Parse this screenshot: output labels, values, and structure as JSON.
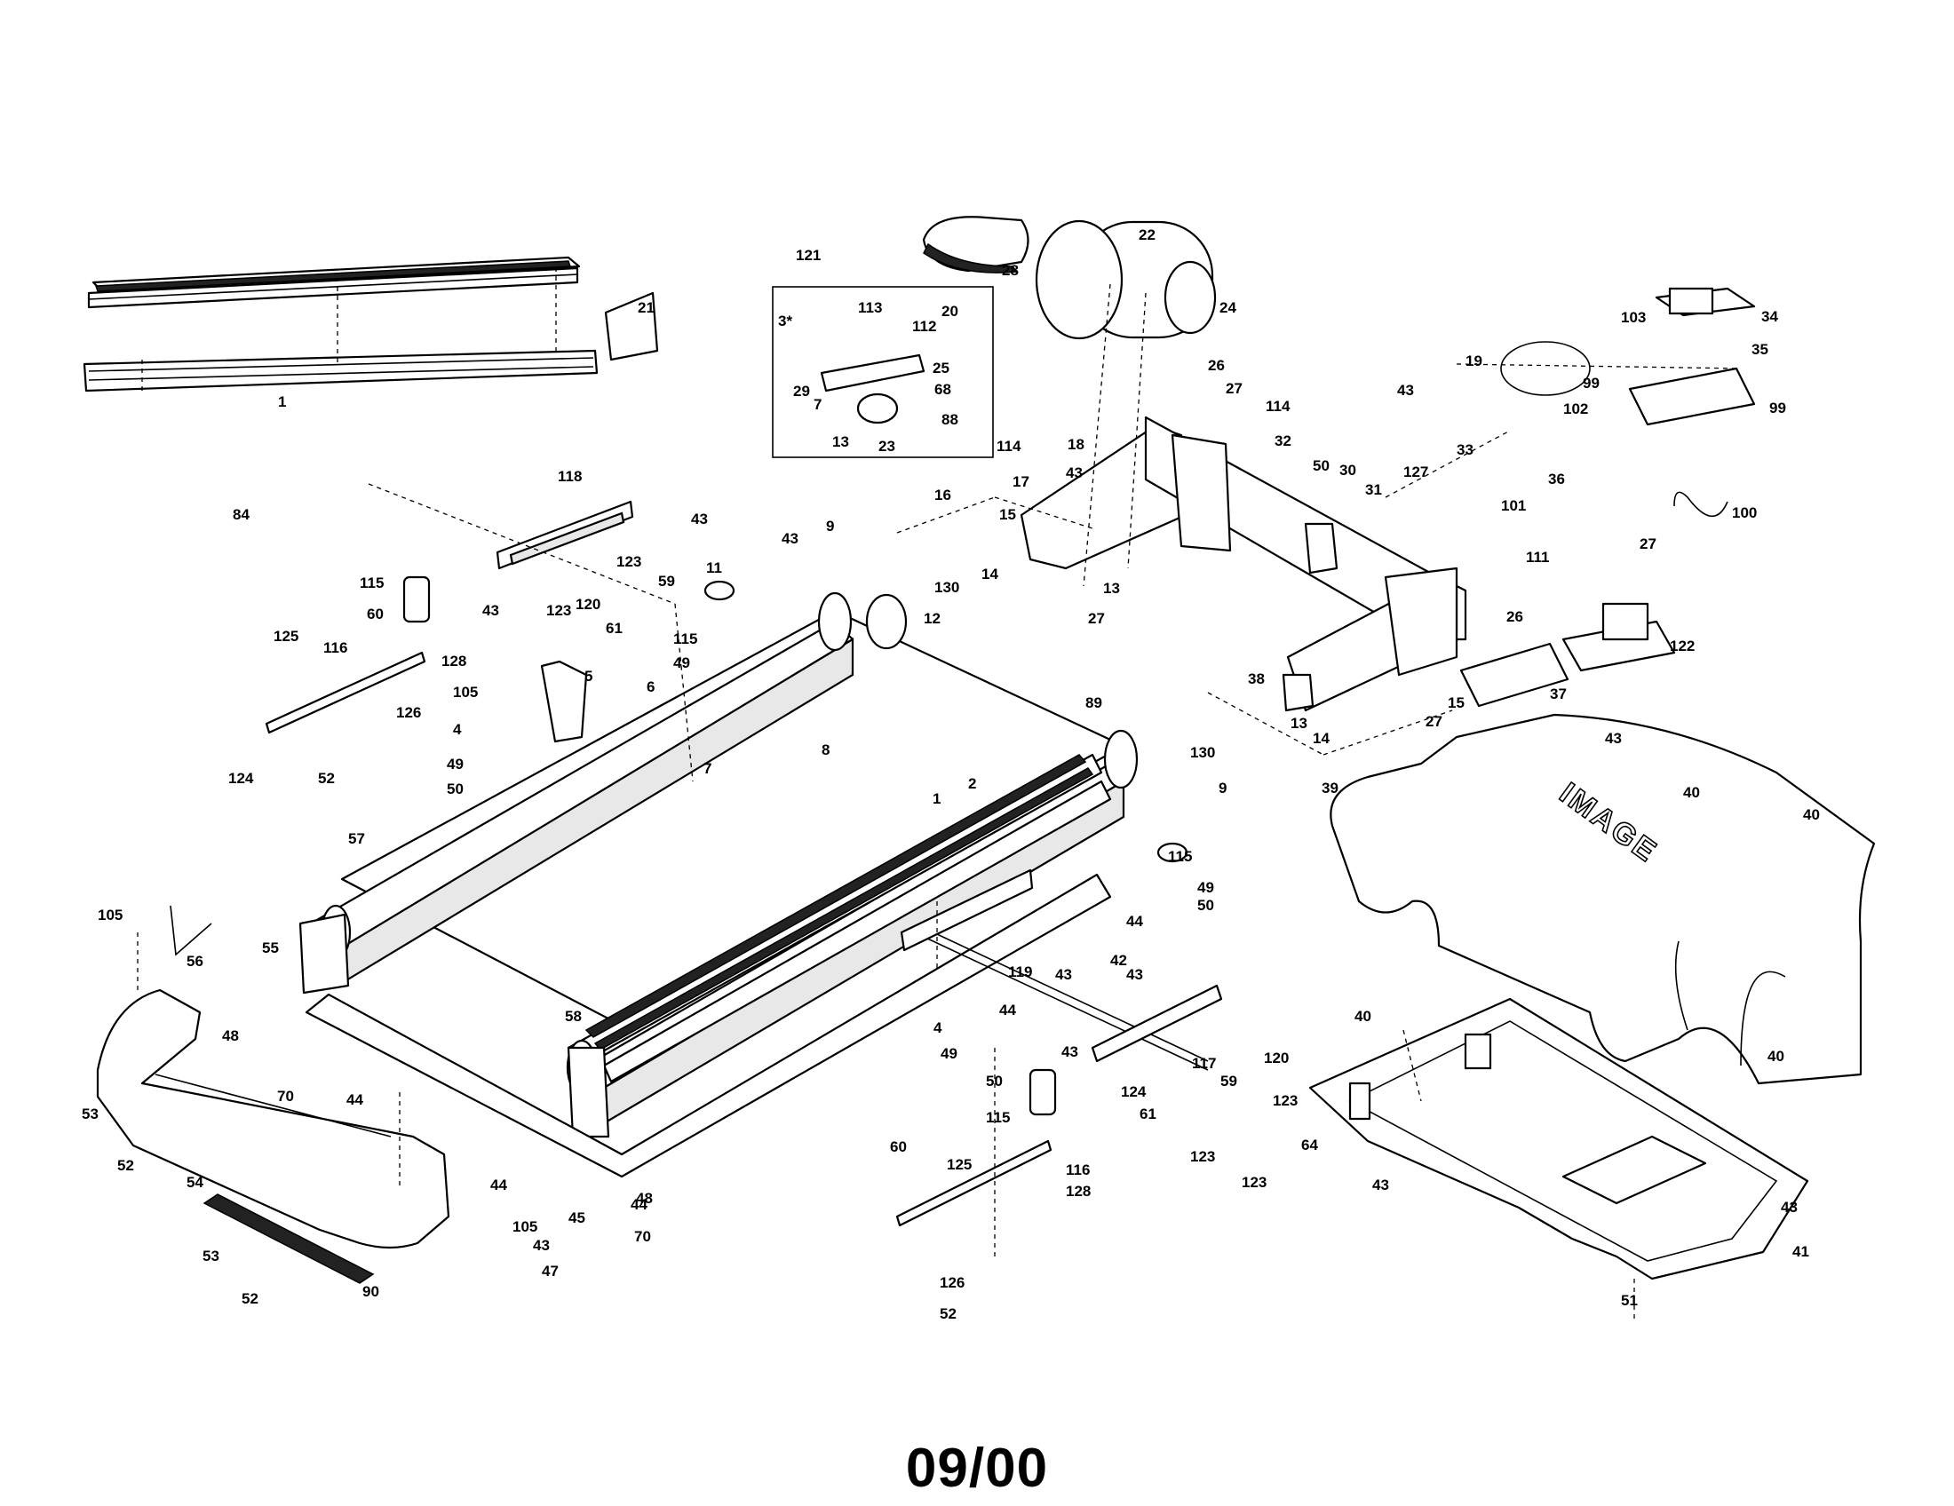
{
  "diagram": {
    "brand_text": "IMAGE",
    "date_code": "09/00",
    "callouts": [
      "1",
      "84",
      "21",
      "118",
      "43",
      "123",
      "59",
      "120",
      "61",
      "43",
      "123",
      "115",
      "60",
      "125",
      "116",
      "128",
      "126",
      "105",
      "5",
      "6",
      "4",
      "49",
      "50",
      "124",
      "52",
      "7",
      "57",
      "105",
      "56",
      "55",
      "48",
      "70",
      "44",
      "53",
      "52",
      "54",
      "90",
      "53",
      "52",
      "105",
      "43",
      "47",
      "45",
      "44",
      "48",
      "70",
      "44",
      "58",
      "8",
      "1",
      "2",
      "89",
      "130",
      "9",
      "115",
      "49",
      "50",
      "44",
      "42",
      "43",
      "43",
      "43",
      "119",
      "44",
      "4",
      "49",
      "50",
      "115",
      "60",
      "125",
      "116",
      "128",
      "126",
      "52",
      "124",
      "117",
      "61",
      "59",
      "120",
      "123",
      "123",
      "123",
      "64",
      "121",
      "3*",
      "113",
      "112",
      "20",
      "29",
      "7",
      "25",
      "68",
      "13",
      "23",
      "88",
      "28",
      "22",
      "24",
      "26",
      "27",
      "114",
      "32",
      "114",
      "17",
      "18",
      "43",
      "16",
      "15",
      "14",
      "13",
      "27",
      "43",
      "9",
      "130",
      "12",
      "11",
      "115",
      "49",
      "50",
      "30",
      "31",
      "127",
      "33",
      "43",
      "19",
      "102",
      "103",
      "34",
      "35",
      "99",
      "99",
      "36",
      "101",
      "100",
      "111",
      "26",
      "27",
      "122",
      "37",
      "38",
      "13",
      "14",
      "15",
      "27",
      "43",
      "40",
      "39",
      "40",
      "40",
      "40",
      "43",
      "41",
      "51",
      "43",
      "43"
    ]
  }
}
